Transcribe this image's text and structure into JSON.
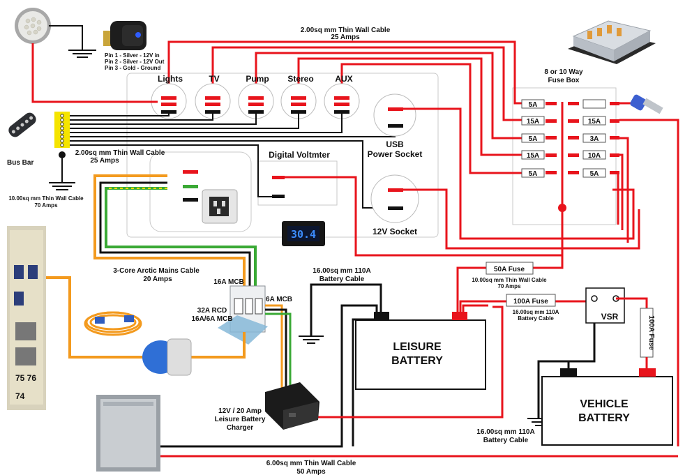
{
  "cables": {
    "top_a": "2.00sq mm Thin Wall Cable",
    "top_b": "25 Amps",
    "mid_a": "2.00sq mm Thin Wall Cable",
    "mid_b": "25 Amps",
    "busbar_cable_a": "10.00sq mm Thin Wall Cable",
    "busbar_cable_b": "70 Amps",
    "mains_a": "3-Core Arctic Mains Cable",
    "mains_b": "20 Amps",
    "batt16_top_a": "16.00sq mm 110A",
    "batt16_top_b": "Battery Cable",
    "fuse50_cable_a": "10.00sq mm Thin Wall Cable",
    "fuse50_cable_b": "70 Amps",
    "fuse100_cable_a": "16.00sq mm 110A",
    "fuse100_cable_b": "Battery Cable",
    "batt16_bottom_a": "16.00sq mm 110A",
    "batt16_bottom_b": "Battery Cable",
    "bottom_a": "6.00sq mm Thin Wall Cable",
    "bottom_b": "50 Amps"
  },
  "switch_note": {
    "pin1": "Pin 1 - Silver - 12V in",
    "pin2": "Pin 2 - Silver - 12V Out",
    "pin3": "Pin 3 - Gold - Ground"
  },
  "switches": [
    "Lights",
    "TV",
    "Pump",
    "Stereo",
    "AUX"
  ],
  "bus_bar": "Bus Bar",
  "usb_a": "USB",
  "usb_b": "Power Socket",
  "socket_12v": "12V Socket",
  "voltmeter": "Digital Voltmter",
  "voltmeter_reading": "30.4",
  "fuse_box_a": "8 or 10 Way",
  "fuse_box_b": "Fuse Box",
  "fuses_left": [
    "5A",
    "15A",
    "5A",
    "15A",
    "5A"
  ],
  "fuses_right": [
    "",
    "15A",
    "3A",
    "10A",
    "5A"
  ],
  "mcb16": "16A MCB",
  "mcb6": "6A MCB",
  "rcd_a": "32A RCD",
  "rcd_b": "16A/6A MCB",
  "charger_a": "12V / 20 Amp",
  "charger_b": "Leisure Battery",
  "charger_c": "Charger",
  "fuse50": "50A Fuse",
  "fuse100": "100A Fuse",
  "fuse100_vertical": "100A Fuse",
  "vsr": "VSR",
  "leisure_a": "LEISURE",
  "leisure_b": "BATTERY",
  "vehicle_a": "VEHICLE",
  "vehicle_b": "BATTERY",
  "hookup_numbers_a": "75 76",
  "hookup_numbers_b": "74",
  "colors": {
    "red": "#e8141c",
    "black": "#111111",
    "orange": "#f39a1e",
    "green": "#3aa935",
    "yellow": "#f4e000"
  }
}
